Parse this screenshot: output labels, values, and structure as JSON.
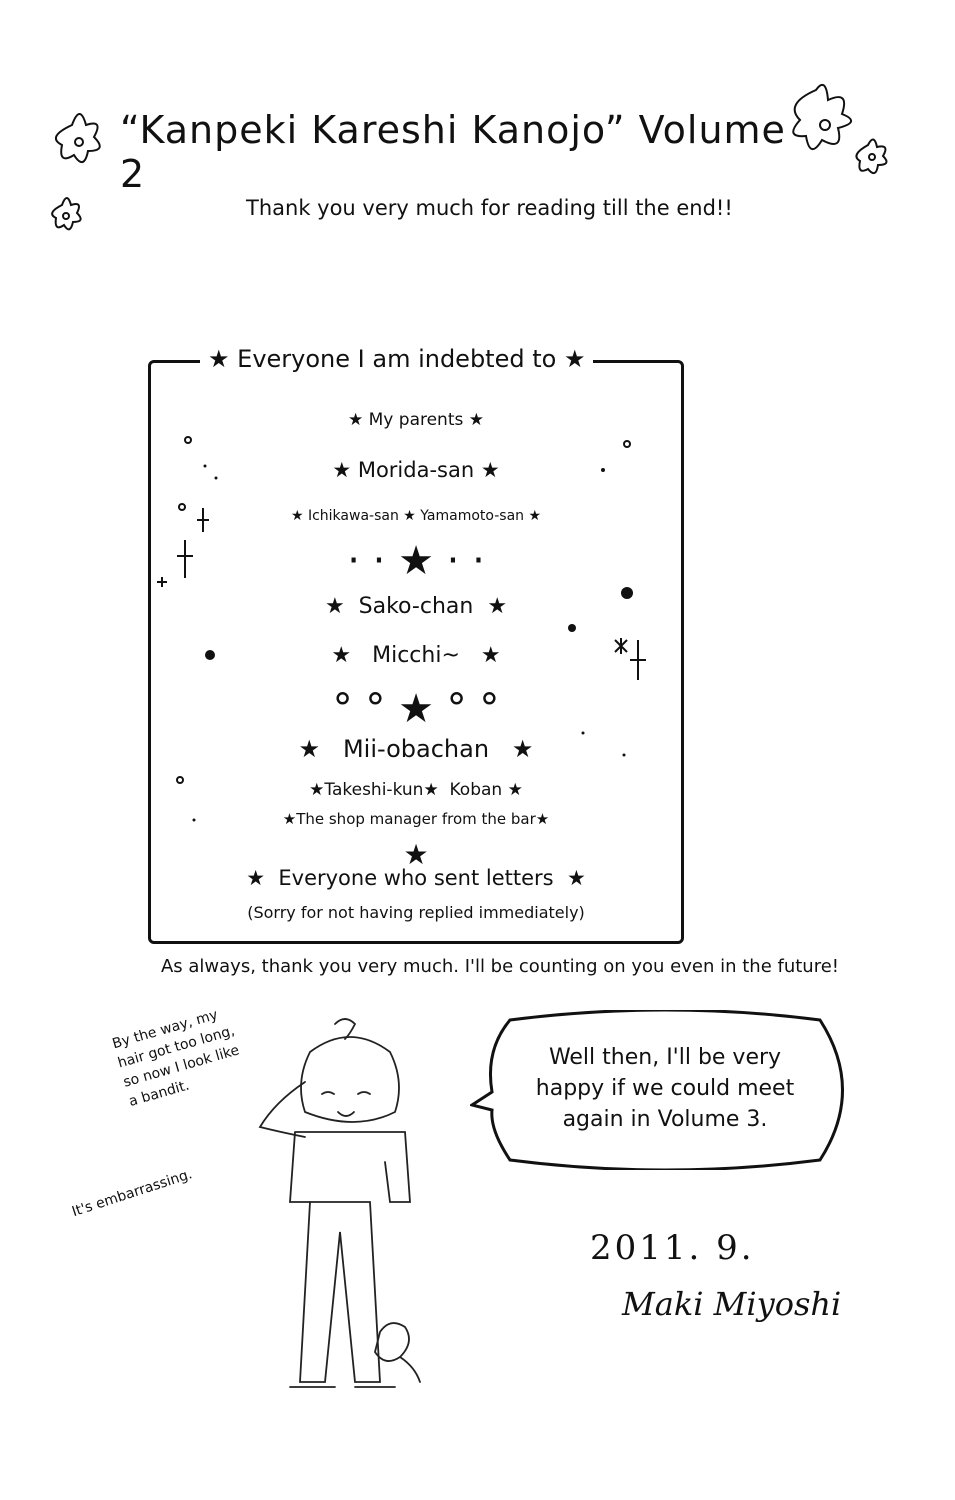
{
  "header": {
    "title": "“Kanpeki Kareshi Kanojo” Volume 2",
    "subtitle": "Thank you very much for reading till the end!!"
  },
  "credits": {
    "heading": "Everyone I am indebted to",
    "items": [
      "My parents",
      "Morida-san",
      "Ichikawa-san",
      "Yamamoto-san",
      "Sako-chan",
      "Micchi~",
      "Mii-obachan",
      "Takeshi-kun",
      "Koban",
      "The shop manager from the bar",
      "Everyone who sent letters",
      "(Sorry for not having replied immediately)"
    ]
  },
  "closing": {
    "thanks_line": "As always, thank you very much. I'll be counting on you even in the future!",
    "speech_bubble": [
      "Well then, I'll be very",
      "happy if we could meet",
      "again in Volume 3."
    ],
    "side_note": [
      "By the way, my",
      "hair got too long,",
      "so now I look like",
      "a bandit."
    ],
    "embarrassed_note": "It's embarrassing.",
    "date": "2011. 9.",
    "signature": "Maki Miyoshi"
  }
}
